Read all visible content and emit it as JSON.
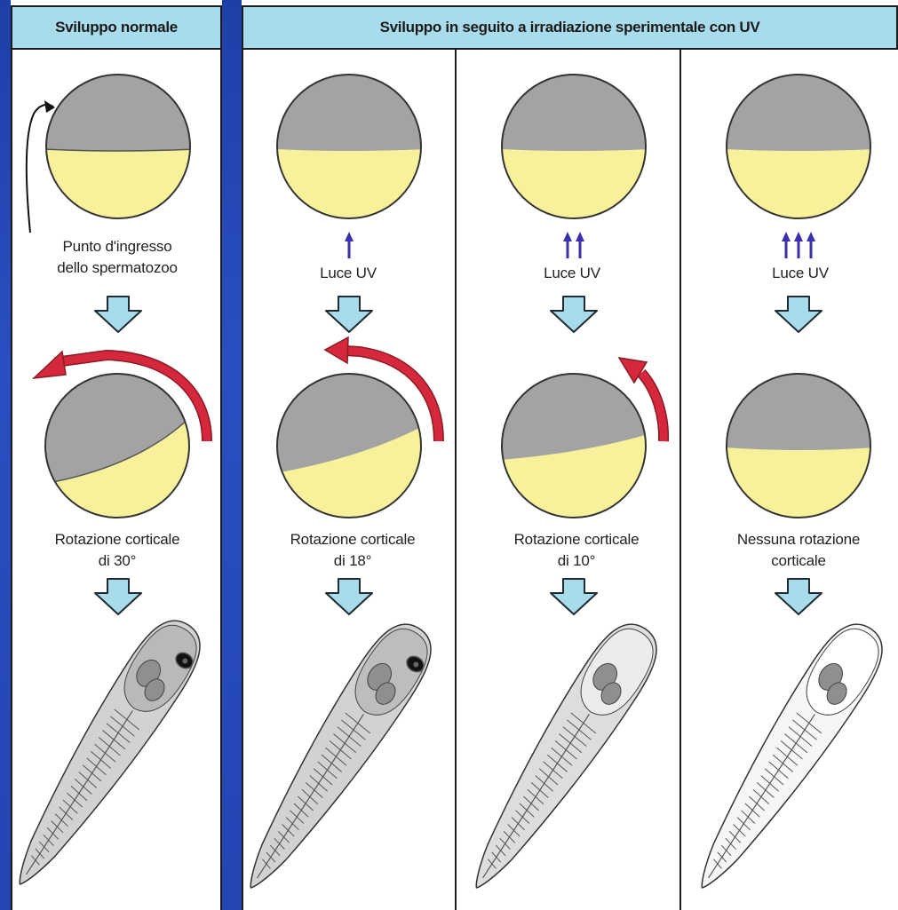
{
  "headers": {
    "normal": "Sviluppo normale",
    "experimental": "Sviluppo in seguito a irradiazione sperimentale con UV"
  },
  "columns": [
    {
      "top_label_1": "Punto d'ingresso",
      "top_label_2": "dello spermatozoo",
      "uv_arrows": 0,
      "rotation_label_1": "Rotazione corticale",
      "rotation_label_2": "di 30°"
    },
    {
      "uv_label": "Luce UV",
      "uv_arrows": 1,
      "rotation_label_1": "Rotazione corticale",
      "rotation_label_2": "di 18°"
    },
    {
      "uv_label": "Luce UV",
      "uv_arrows": 2,
      "rotation_label_1": "Rotazione corticale",
      "rotation_label_2": "di 10°"
    },
    {
      "uv_label": "Luce UV",
      "uv_arrows": 3,
      "rotation_label_1": "Nessuna rotazione",
      "rotation_label_2": "corticale"
    }
  ],
  "colors": {
    "animal_pole": "#a3a3a3",
    "vegetal_pole": "#f7f19c",
    "header_bg": "#a9dceb",
    "flow_arrow": "#a9dceb",
    "rotation_arrow": "#d6283c",
    "uv_arrow": "#3b2fae",
    "background": "#2445b2"
  },
  "icons": {
    "flow": "down-arrow-icon",
    "rotation": "curved-arrow-icon",
    "uv": "up-arrow-icon",
    "embryo": "tadpole-embryo-illustration"
  }
}
